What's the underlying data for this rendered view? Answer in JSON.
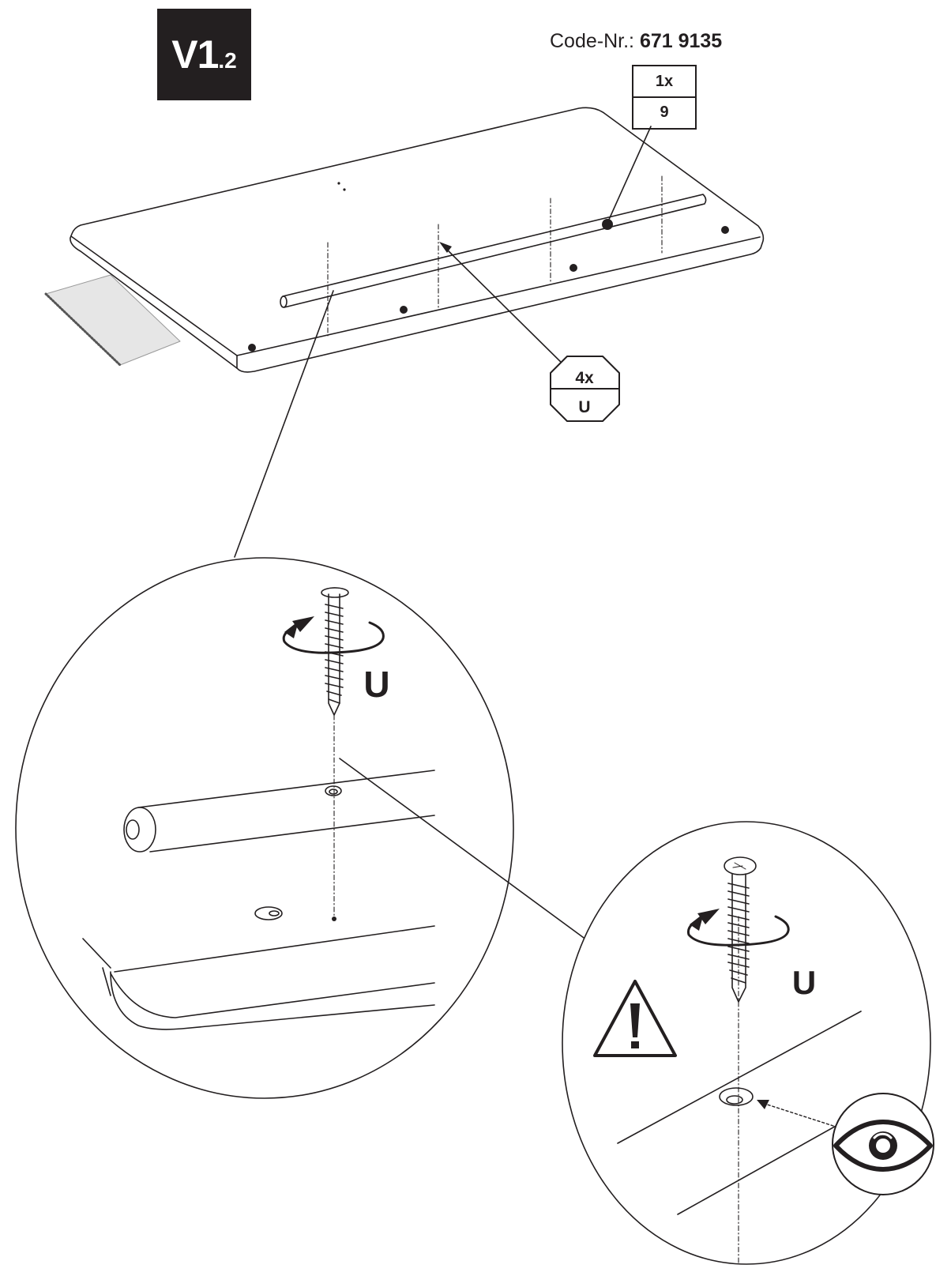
{
  "step": {
    "main": "V1",
    "sub": ".2"
  },
  "code": {
    "label": "Code-Nr.:",
    "number": "671 9135"
  },
  "part_box": {
    "quantity": "1x",
    "part": "9"
  },
  "hardware_tag": {
    "quantity": "4x",
    "part": "U"
  },
  "detail_labels": {
    "screw_left": "U",
    "screw_right": "U"
  },
  "icons": [
    "warning-triangle-icon",
    "eye-icon",
    "rotate-arrow-icon",
    "screw-icon"
  ],
  "colors": {
    "ink": "#231f20",
    "hatch": "#e6e6e6"
  }
}
